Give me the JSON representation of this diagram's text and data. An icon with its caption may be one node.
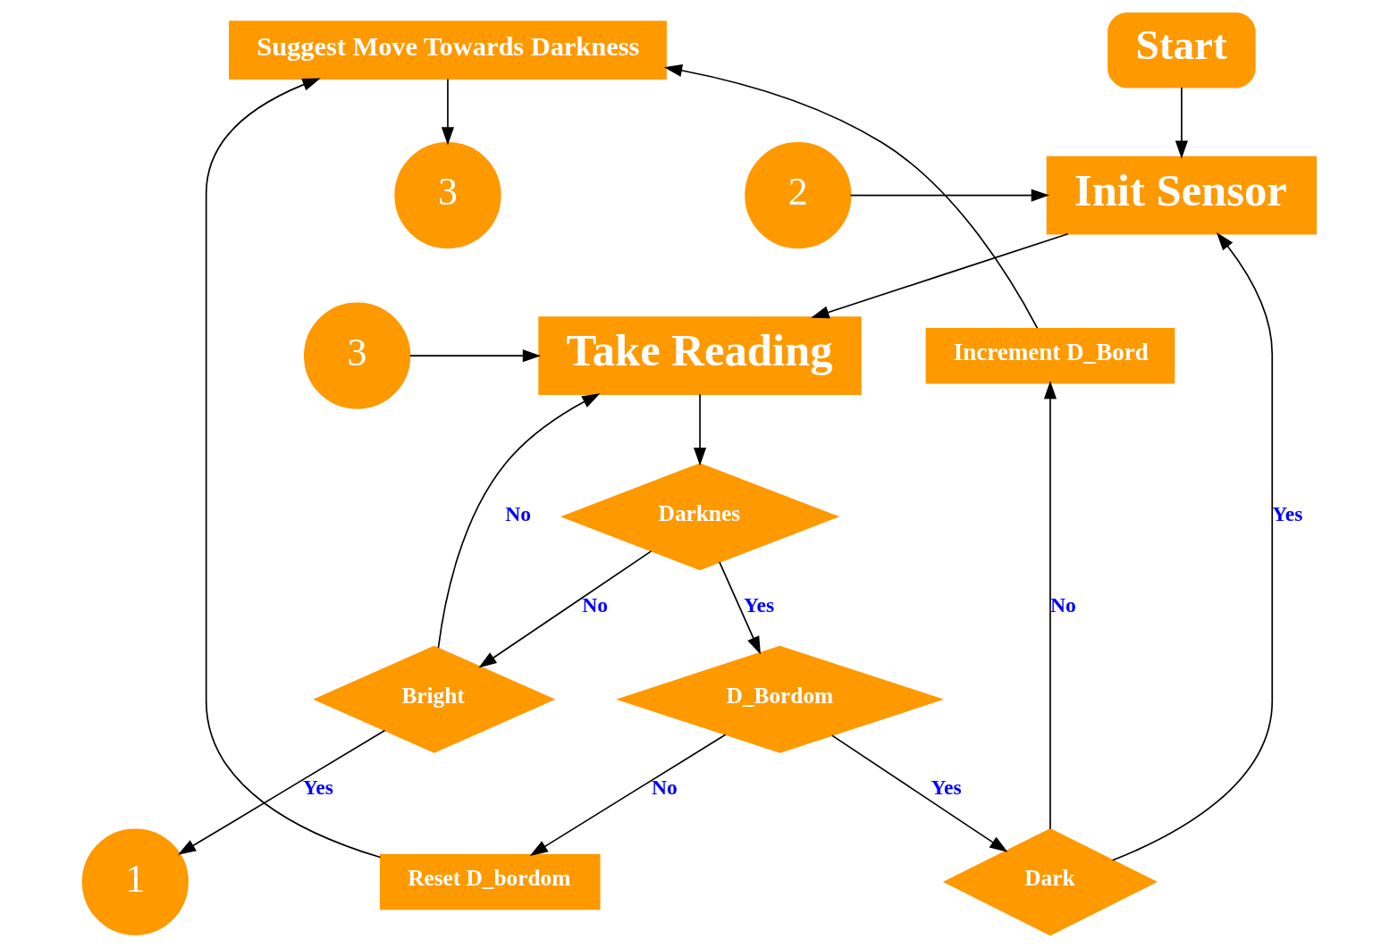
{
  "diagram": {
    "nodes": [
      {
        "text": [
          "Start"
        ]
      },
      {
        "text": [
          "Suggest Move Towards Darkness"
        ]
      },
      {
        "text": [
          "2"
        ]
      },
      {
        "text": [
          "Init Sensor"
        ]
      },
      {
        "text": [
          "3"
        ]
      },
      {
        "text": [
          "Increment D_Bord"
        ]
      },
      {
        "text": [
          "3"
        ]
      },
      {
        "text": [
          "Take Reading"
        ]
      },
      {
        "text": [
          "Dark"
        ]
      },
      {
        "text": [
          "Reset D_bordom"
        ]
      },
      {
        "text": [
          "D_Bordom"
        ]
      },
      {
        "text": [
          "Darknes"
        ]
      },
      {
        "text": [
          "Bright"
        ]
      },
      {
        "text": [
          "1"
        ]
      }
    ],
    "edges": [
      {
        "from": 0,
        "to": 3,
        "arrow": "to"
      },
      {
        "from": 2,
        "to": 3,
        "arrow": "to"
      },
      {
        "from": 1,
        "to": 4,
        "arrow": "to"
      },
      {
        "from": 3,
        "to": 7,
        "arrow": "to"
      },
      {
        "from": 6,
        "to": 7,
        "arrow": "to"
      },
      {
        "from": 7,
        "to": 11,
        "arrow": "to"
      },
      {
        "from": 11,
        "to": 10,
        "arrow": "to",
        "label": "Yes"
      },
      {
        "from": 11,
        "to": 12,
        "arrow": "to",
        "label": "No"
      },
      {
        "from": 12,
        "to": 7,
        "arrow": "to",
        "label": "No"
      },
      {
        "from": 12,
        "to": 13,
        "arrow": "to",
        "label": "Yes"
      },
      {
        "from": 10,
        "to": 8,
        "arrow": "to",
        "label": "Yes"
      },
      {
        "from": 10,
        "to": 9,
        "arrow": "to",
        "label": "No"
      },
      {
        "from": 8,
        "to": 3,
        "arrow": "to",
        "label": "Yes"
      },
      {
        "from": 8,
        "to": 5,
        "arrow": "to",
        "label": "No"
      },
      {
        "from": 5,
        "to": 1,
        "arrow": "to"
      },
      {
        "from": 9,
        "to": 1,
        "arrow": "to"
      }
    ]
  }
}
